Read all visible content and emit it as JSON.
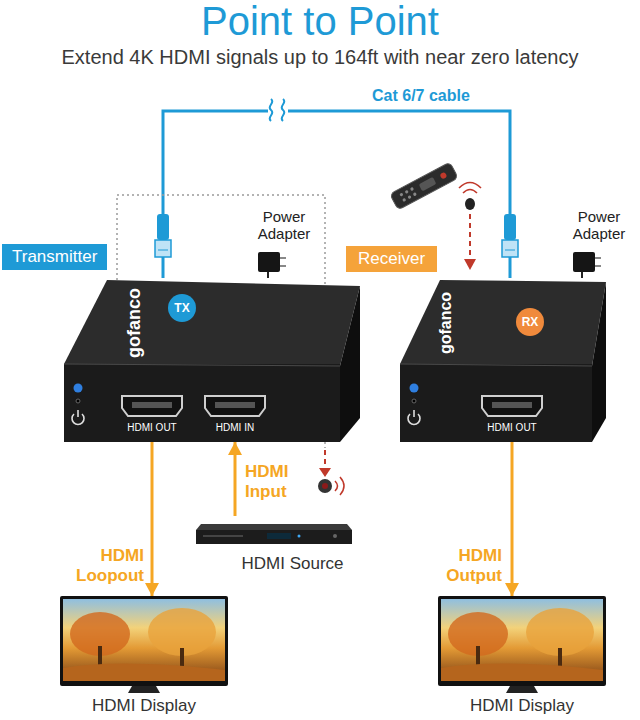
{
  "diagram": {
    "title": "Point to Point",
    "nodes": [
      {
        "text": [
          "Power Adapter"
        ]
      },
      {
        "text": [
          "Power Adapter"
        ]
      },
      {
        "text": [
          "Transmitter"
        ]
      },
      {
        "text": [
          "Receiver"
        ]
      },
      {
        "text": [
          "gofanco",
          "HDMI OUT",
          "HDMI IN"
        ]
      },
      {
        "text": [
          "TX"
        ],
        "in": 4
      },
      {
        "text": [
          "gofanco",
          "HDMI OUT"
        ]
      },
      {
        "text": [
          "RX"
        ],
        "in": 6
      },
      {
        "text": [
          "HDMI Source"
        ]
      },
      {
        "text": [
          "HDMI Display"
        ]
      },
      {
        "text": [
          "HDMI Display"
        ]
      }
    ],
    "edges": [
      {
        "from": 4,
        "to": 6,
        "label": "Cat 6/7 cable",
        "arrow": "none"
      },
      {
        "from": 8,
        "to": 4,
        "label": "HDMI Input",
        "arrow": "to"
      },
      {
        "from": 4,
        "to": 9,
        "label": "HDMI Loopout",
        "arrow": "to"
      },
      {
        "from": 6,
        "to": 10,
        "label": "HDMI Output",
        "arrow": "to"
      },
      {
        "from": 0,
        "to": 4,
        "arrow": "none"
      },
      {
        "from": 1,
        "to": 6,
        "arrow": "none"
      }
    ],
    "labels": [
      "Extend 4K HDMI signals up to 164ft with near zero latency"
    ]
  }
}
